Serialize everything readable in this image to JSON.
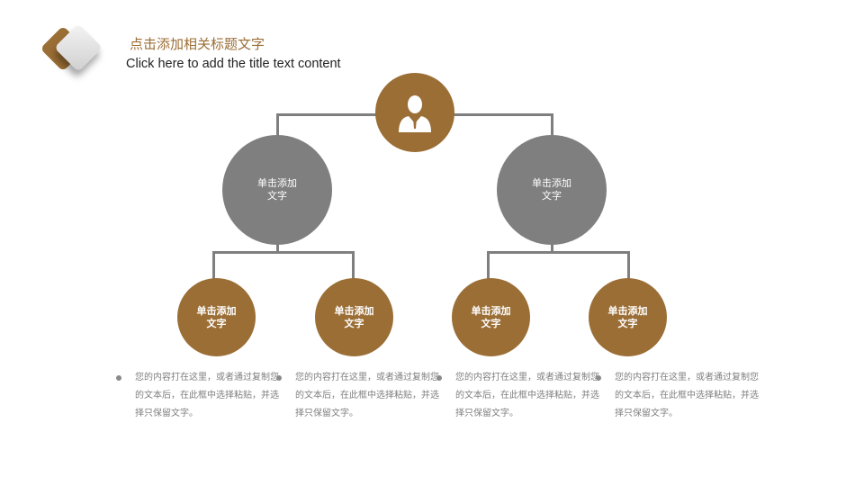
{
  "header": {
    "title_cn": "点击添加相关标题文字",
    "title_en": "Click here to add the title text content"
  },
  "colors": {
    "accent": "#9b6e35",
    "gray": "#7f7f7f"
  },
  "top_node": {
    "icon": "person-icon"
  },
  "mid_nodes": [
    {
      "label": "单击添加\n文字"
    },
    {
      "label": "单击添加\n文字"
    }
  ],
  "leaf_nodes": [
    {
      "label": "单击添加\n文字"
    },
    {
      "label": "单击添加\n文字"
    },
    {
      "label": "单击添加\n文字"
    },
    {
      "label": "单击添加\n文字"
    }
  ],
  "descriptions": [
    "您的内容打在这里，或者通过复制您的文本后，在此框中选择粘贴，并选择只保留文字。",
    "您的内容打在这里，或者通过复制您的文本后，在此框中选择粘贴，并选择只保留文字。",
    "您的内容打在这里，或者通过复制您的文本后，在此框中选择粘贴，并选择只保留文字。",
    "您的内容打在这里，或者通过复制您的文本后，在此框中选择粘贴，并选择只保留文字。"
  ]
}
